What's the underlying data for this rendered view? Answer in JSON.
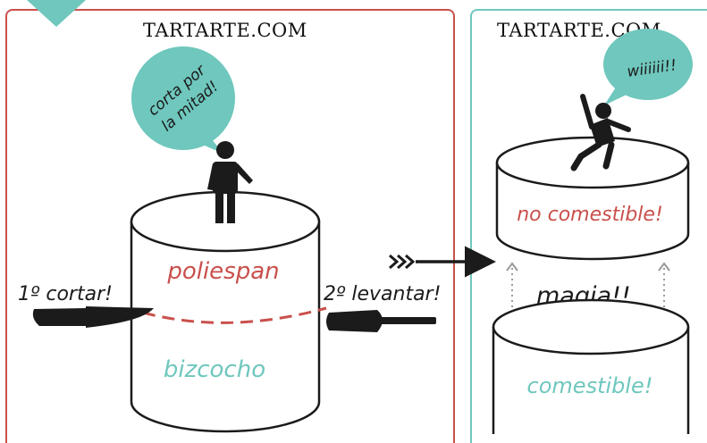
{
  "colors": {
    "red": "#c9504c",
    "teal": "#6fc7bd",
    "ink": "#111111",
    "dark": "#1b1b1b",
    "grey_arrow": "#9a9a9a"
  },
  "left_panel": {
    "site_label": "TARTARTE.COM",
    "speech_bubble": {
      "line1": "corta por",
      "line2": "la mitad!"
    },
    "cake": {
      "top_layer": "poliespan",
      "bottom_layer": "bizcocho"
    },
    "step1": "1º cortar!",
    "step2": "2º levantar!"
  },
  "right_panel": {
    "site_label": "TARTARTE.COM",
    "speech_bubble": "wiiiiii!!",
    "top_cake": "no comestible!",
    "bottom_cake": "comestible!",
    "magic": "magia!!"
  },
  "icons": [
    "badge-triangle-icon",
    "person-standing-icon",
    "person-jumping-icon",
    "knife-icon",
    "spatula-icon",
    "fletched-arrow-icon",
    "dotted-up-arrow-icon"
  ]
}
